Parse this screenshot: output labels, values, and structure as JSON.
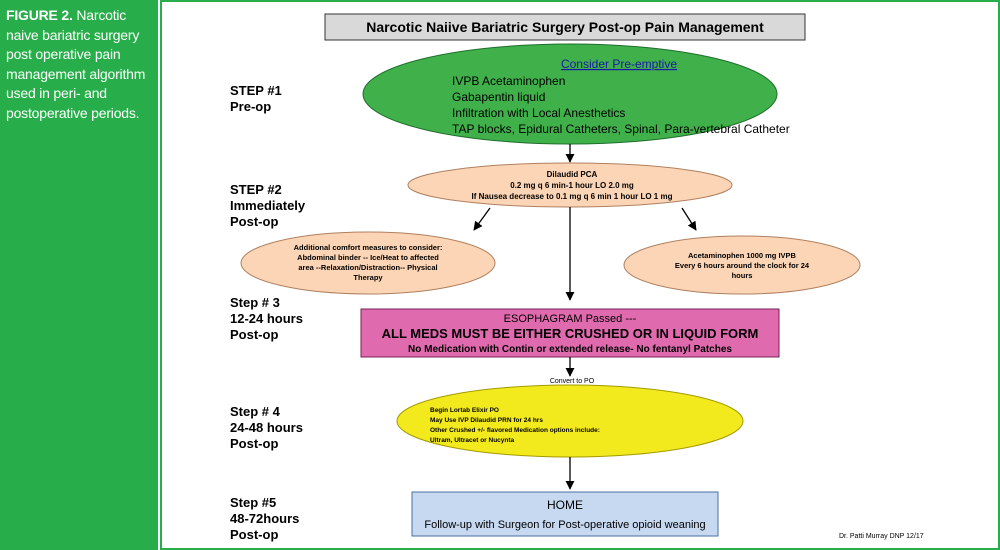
{
  "caption": {
    "label": "FIGURE 2.",
    "text": "Narcotic naive bariatric surgery post operative pain management algorithm used in peri- and postoperative periods."
  },
  "diagram": {
    "title": "Narcotic Naiive Bariatric Surgery Post-op Pain Management",
    "steps": [
      {
        "lines": [
          "STEP #1",
          "Pre-op"
        ]
      },
      {
        "lines": [
          "STEP #2",
          "Immediately",
          "Post-op"
        ]
      },
      {
        "lines": [
          "Step # 3",
          "12-24 hours",
          "Post-op"
        ]
      },
      {
        "lines": [
          "Step # 4",
          "24-48 hours",
          "Post-op"
        ]
      },
      {
        "lines": [
          "Step #5",
          "48-72hours",
          "Post-op"
        ]
      }
    ],
    "preop": {
      "heading": "Consider Pre-emptive",
      "items": [
        "IVPB Acetaminophen",
        "Gabapentin liquid",
        "Infiltration with Local Anesthetics",
        "TAP blocks, Epidural Catheters, Spinal, Para-vertebral Catheter"
      ]
    },
    "pca": {
      "lines": [
        "Dilaudid PCA",
        "0.2 mg q 6 min-1 hour LO 2.0 mg",
        "If Nausea decrease to 0.1 mg q 6 min 1 hour LO 1 mg"
      ]
    },
    "comfort": {
      "lines": [
        "Additional comfort measures to consider:",
        "Abdominal binder -- Ice/Heat to affected",
        "area --Relaxation/Distraction-- Physical",
        "Therapy"
      ]
    },
    "acetaminophen": {
      "lines": [
        "Acetaminophen 1000 mg   IVPB",
        "Every  6 hours  around the clock for 24",
        "hours"
      ]
    },
    "esophagram": {
      "line1": "ESOPHAGRAM Passed ---",
      "line2": "ALL MEDS MUST BE EITHER CRUSHED OR IN LIQUID FORM",
      "line3": "No Medication with  Contin or extended release- No fentanyl Patches"
    },
    "convert_label": "Convert to PO",
    "po": {
      "lines": [
        "Begin Lortab Elixir PO",
        "May Use IVP Dilaudid PRN for 24 hrs",
        "Other   Crushed +/-  flavored  Medication options  include:",
        "Ultram, Ultracet or Nucynta"
      ]
    },
    "home": {
      "title": "HOME",
      "subtitle": "Follow-up with Surgeon for Post-operative opioid weaning"
    },
    "credit": "Dr. Patti Murray DNP 12/17"
  },
  "colors": {
    "sidebar_green": "#27ae4a",
    "preop_green": "#3fb04a",
    "peach": "#fbd5b5",
    "magenta": "#e06aae",
    "yellow": "#f2ea1d",
    "light_blue": "#c6d9f1",
    "title_gray": "#d9d9d9"
  }
}
